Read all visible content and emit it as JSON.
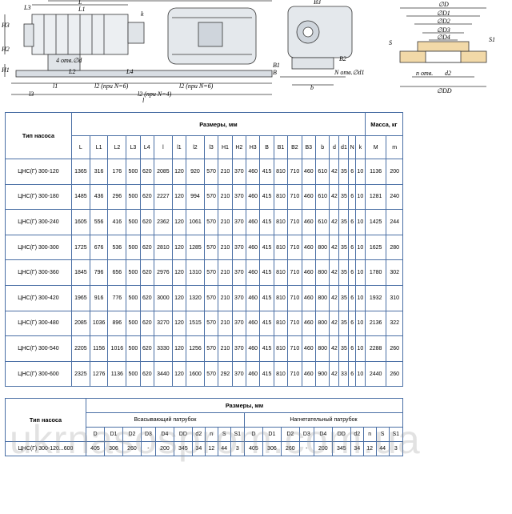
{
  "drawing": {
    "side_labels": [
      "L",
      "L1",
      "L3",
      "k",
      "H3",
      "H2",
      "H1",
      "4 отв.∅d",
      "L2",
      "L4",
      "l1",
      "l2 (при N=6)",
      "l2 (при N=6)",
      "l3",
      "l2 (при N=4)",
      "l"
    ],
    "end_labels": [
      "B3",
      "B1",
      "B",
      "N отв.∅d1",
      "B2",
      "b"
    ],
    "flange_labels": [
      "∅D",
      "∅D1",
      "∅D2",
      "∅D3",
      "∅D4",
      "S",
      "S1",
      "n отв.",
      "d2",
      "∅DD"
    ]
  },
  "table1": {
    "col_type": "Тип насоса",
    "col_dims": "Размеры, мм",
    "col_mass": "Масса, кг",
    "subheaders": [
      "L",
      "L1",
      "L2",
      "L3",
      "L4",
      "l",
      "l1",
      "l2",
      "l3",
      "H1",
      "H2",
      "H3",
      "B",
      "B1",
      "B2",
      "B3",
      "b",
      "d",
      "d1",
      "N",
      "k",
      "M",
      "m"
    ],
    "rows": [
      [
        "ЦНС(Г) 300-120",
        "1365",
        "316",
        "176",
        "500",
        "620",
        "2085",
        "120",
        "920",
        "570",
        "210",
        "370",
        "460",
        "415",
        "810",
        "710",
        "460",
        "610",
        "42",
        "35",
        "6",
        "10",
        "1136",
        "200"
      ],
      [
        "ЦНС(Г) 300-180",
        "1485",
        "436",
        "296",
        "500",
        "620",
        "2227",
        "120",
        "994",
        "570",
        "210",
        "370",
        "460",
        "415",
        "810",
        "710",
        "460",
        "610",
        "42",
        "35",
        "6",
        "10",
        "1281",
        "240"
      ],
      [
        "ЦНС(Г) 300-240",
        "1605",
        "556",
        "416",
        "500",
        "620",
        "2362",
        "120",
        "1061",
        "570",
        "210",
        "370",
        "460",
        "415",
        "810",
        "710",
        "460",
        "610",
        "42",
        "35",
        "6",
        "10",
        "1425",
        "244"
      ],
      [
        "ЦНС(Г) 300-300",
        "1725",
        "676",
        "536",
        "500",
        "620",
        "2810",
        "120",
        "1285",
        "570",
        "210",
        "370",
        "460",
        "415",
        "810",
        "710",
        "460",
        "800",
        "42",
        "35",
        "6",
        "10",
        "1625",
        "280"
      ],
      [
        "ЦНС(Г) 300-360",
        "1845",
        "796",
        "656",
        "500",
        "620",
        "2976",
        "120",
        "1310",
        "570",
        "210",
        "370",
        "460",
        "415",
        "810",
        "710",
        "460",
        "800",
        "42",
        "35",
        "6",
        "10",
        "1780",
        "302"
      ],
      [
        "ЦНС(Г) 300-420",
        "1965",
        "916",
        "776",
        "500",
        "620",
        "3000",
        "120",
        "1320",
        "570",
        "210",
        "370",
        "460",
        "415",
        "810",
        "710",
        "460",
        "800",
        "42",
        "35",
        "6",
        "10",
        "1932",
        "310"
      ],
      [
        "ЦНС(Г) 300-480",
        "2085",
        "1036",
        "896",
        "500",
        "620",
        "3270",
        "120",
        "1515",
        "570",
        "210",
        "370",
        "460",
        "415",
        "810",
        "710",
        "460",
        "800",
        "42",
        "35",
        "6",
        "10",
        "2136",
        "322"
      ],
      [
        "ЦНС(Г) 300-540",
        "2205",
        "1156",
        "1016",
        "500",
        "620",
        "3330",
        "120",
        "1256",
        "570",
        "210",
        "370",
        "460",
        "415",
        "810",
        "710",
        "460",
        "800",
        "42",
        "35",
        "6",
        "10",
        "2288",
        "260"
      ],
      [
        "ЦНС(Г) 300-600",
        "2325",
        "1276",
        "1136",
        "500",
        "620",
        "3440",
        "120",
        "1600",
        "570",
        "292",
        "370",
        "460",
        "415",
        "810",
        "710",
        "460",
        "900",
        "42",
        "33",
        "6",
        "10",
        "2440",
        "260"
      ]
    ]
  },
  "table2": {
    "col_type": "Тип насоса",
    "col_dims": "Размеры, мм",
    "suction": "Всасывающий патрубок",
    "discharge": "Нагнетательный патрубок",
    "subheaders": [
      "D",
      "D1",
      "D2",
      "D3",
      "D4",
      "DD",
      "d2",
      "n",
      "S",
      "S1",
      "D",
      "D1",
      "D2",
      "D3",
      "D4",
      "DD",
      "d2",
      "n",
      "S",
      "S1"
    ],
    "row": [
      "ЦНС(Г) 300-120...600",
      "405",
      "306",
      "260",
      "-",
      "200",
      "345",
      "34",
      "12",
      "44",
      "3",
      "405",
      "306",
      "260",
      "-",
      "200",
      "345",
      "34",
      "12",
      "44",
      "3"
    ]
  },
  "watermark": "ukrnasosprom.com.ua"
}
